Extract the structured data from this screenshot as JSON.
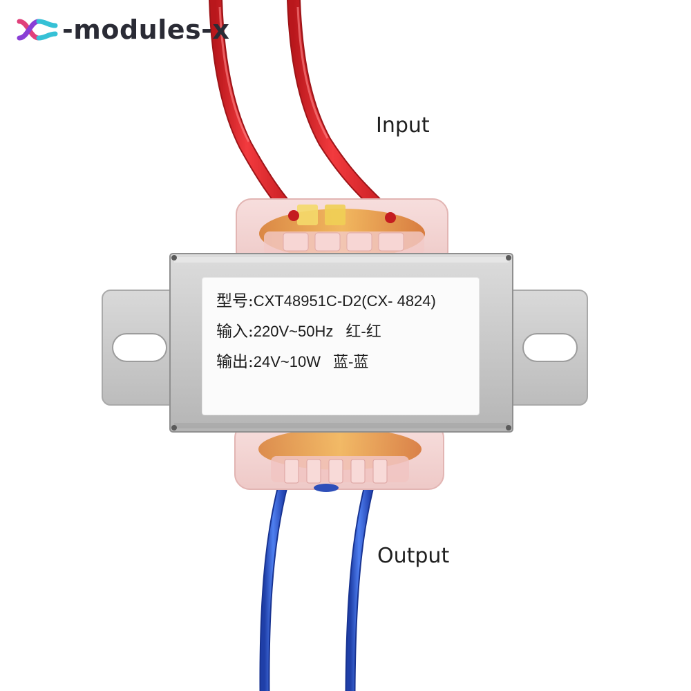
{
  "brand": {
    "name": "x-modules-x",
    "text": "-modules-x",
    "logo_icon": "x-logo-icon",
    "colors": {
      "logo_left": "#e0407a",
      "logo_mid": "#8a3fd6",
      "logo_right": "#36c1d6",
      "text": "#2a2b35"
    }
  },
  "callouts": {
    "input": "Input",
    "output": "Output"
  },
  "label": {
    "model": {
      "key": "型号:",
      "value": "CXT48951C-D2(CX- 4824)"
    },
    "input": {
      "key": "输入:",
      "value": "220V~50Hz",
      "wires": "红-红"
    },
    "output": {
      "key": "输出:",
      "value": "24V~10W",
      "wires": "蓝-蓝"
    }
  },
  "wires": {
    "input_color": "#e8262b",
    "output_color": "#2e5fcf"
  }
}
